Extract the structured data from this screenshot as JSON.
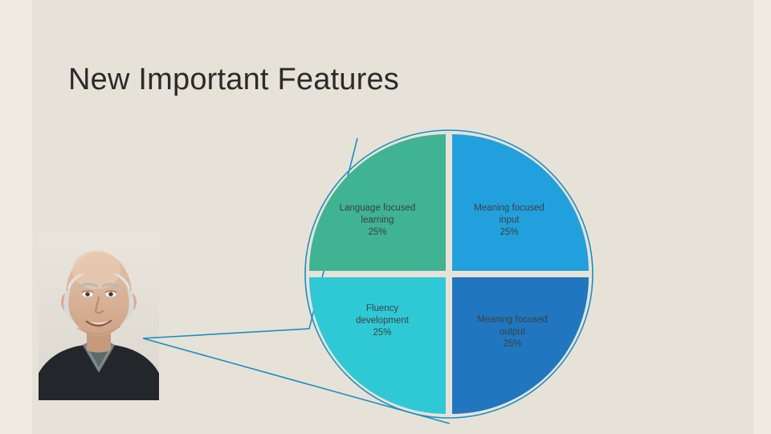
{
  "slide": {
    "title": "New Important Features",
    "background_color": "#e7e2d8",
    "accent_color": "#1a8fc1"
  },
  "photo": {
    "alt": "portrait of an older smiling man in a dark sweater"
  },
  "chart_data": {
    "type": "pie",
    "title": "New Important Features",
    "categories": [
      "Meaning focused input",
      "Language focused learning",
      "Fluency development",
      "Meaning focused output"
    ],
    "values": [
      25,
      25,
      25,
      25
    ],
    "value_suffix": "%",
    "labels": [
      "Meaning focused input\n25%",
      "Language focused learning\n25%",
      "Fluency development\n25%",
      "Meaning focused output\n25%"
    ],
    "slices": [
      {
        "name": "Meaning focused input",
        "value": 25,
        "display": "25%",
        "color": "#22a0dd",
        "line1": "Meaning focused",
        "line2": "input",
        "line3": "25%"
      },
      {
        "name": "Language focused learning",
        "value": 25,
        "display": "25%",
        "color": "#3fb392",
        "line1": "Language focused",
        "line2": "learning",
        "line3": "25%"
      },
      {
        "name": "Fluency development",
        "value": 25,
        "display": "25%",
        "color": "#2fc9d6",
        "line1": "Fluency",
        "line2": "development",
        "line3": "25%"
      },
      {
        "name": "Meaning focused output",
        "value": 25,
        "display": "25%",
        "color": "#2077bf",
        "line1": "Meaning focused",
        "line2": "output",
        "line3": "25%"
      }
    ],
    "legend": "none",
    "grid": false
  }
}
